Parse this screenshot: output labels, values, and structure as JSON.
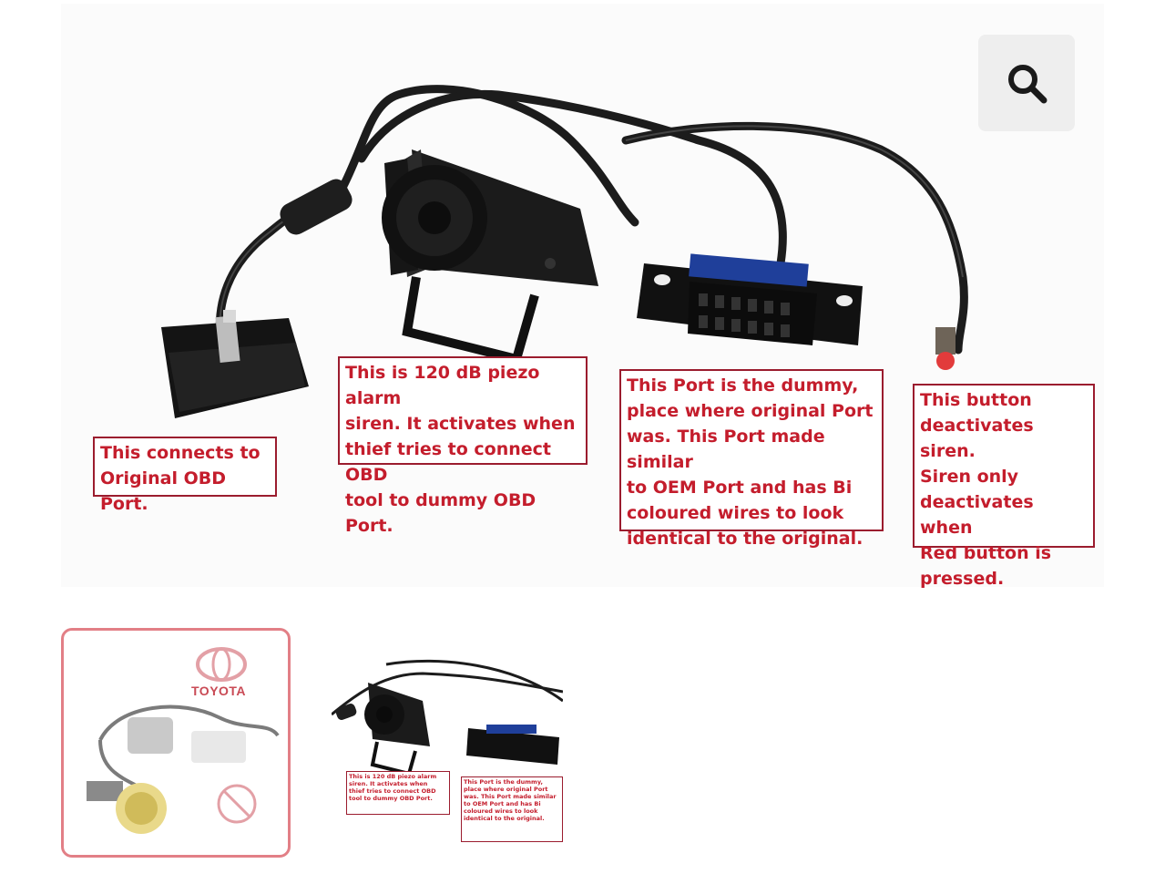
{
  "main": {
    "zoom_icon": "search-icon",
    "callouts": [
      {
        "text": "This connects to\nOriginal OBD Port."
      },
      {
        "text": "This is 120 dB piezo alarm\nsiren. It activates when\nthief tries to connect OBD\ntool to dummy OBD Port."
      },
      {
        "text": "This Port is the dummy,\nplace where original Port\nwas. This Port made similar\nto OEM Port and has Bi\ncoloured wires to look\nidentical to the original."
      },
      {
        "text": "This button\ndeactivates siren.\nSiren only\ndeactivates when\nRed button is\npressed."
      }
    ]
  },
  "thumbnails": [
    {
      "brand": "TOYOTA"
    },
    {
      "mini_callouts": [
        "This is 120 dB piezo alarm\nsiren. It activates when\nthief tries to connect OBD\ntool to dummy OBD Port.",
        "This Port is the dummy,\nplace where original Port\nwas. This Port made similar\nto OEM Port and has Bi\ncoloured wires to look\nidentical to the original."
      ]
    }
  ],
  "colors": {
    "callout_border": "#9b1c2e",
    "callout_text": "#c41d2c",
    "thumb_active_border": "#e27f86",
    "zoom_bg": "#eeeeee"
  }
}
